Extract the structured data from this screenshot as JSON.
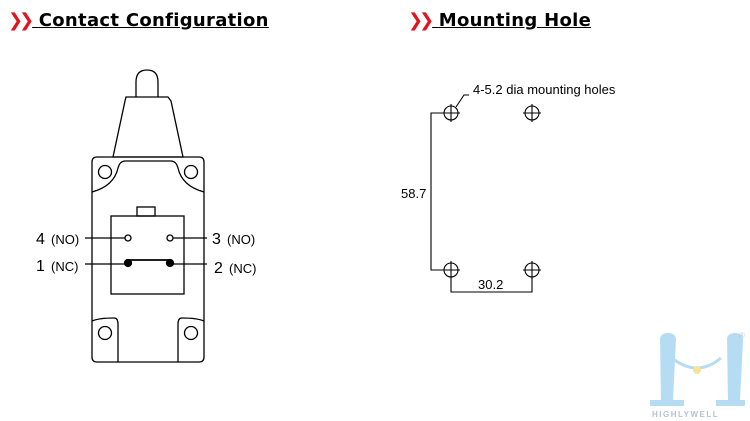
{
  "left_section": {
    "title": "Contact Configuration",
    "terminals": {
      "t4": "4",
      "t4_type": "(NO)",
      "t3": "3",
      "t3_type": "(NO)",
      "t1": "1",
      "t1_type": "(NC)",
      "t2": "2",
      "t2_type": "(NC)"
    }
  },
  "right_section": {
    "title": "Mounting Hole",
    "hole_note": "4-5.2 dia mounting holes",
    "vertical_dimension": "58.7",
    "horizontal_dimension": "30.2"
  },
  "logo": {
    "text": "HIGHLYWELL",
    "mark": "®",
    "color": "#a9d4ef"
  },
  "colors": {
    "accent": "#e0141e"
  }
}
